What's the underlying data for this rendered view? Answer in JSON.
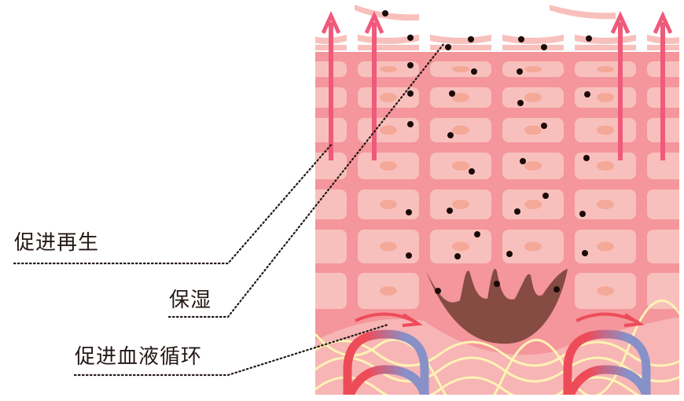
{
  "labels": {
    "regeneration": "促进再生",
    "moisturizing": "保湿",
    "circulation": "促进血液循环"
  },
  "colors": {
    "dermis": "#f4969b",
    "cell": "#f8c0bc",
    "nucleus": "#f4a898",
    "arrow": "#ef5a7a",
    "melanocyte": "#864b42",
    "artery": "#ee4b59",
    "vein": "#8890c8",
    "fiber": "#fdf3b4",
    "moisture": "#a8dcf0"
  }
}
